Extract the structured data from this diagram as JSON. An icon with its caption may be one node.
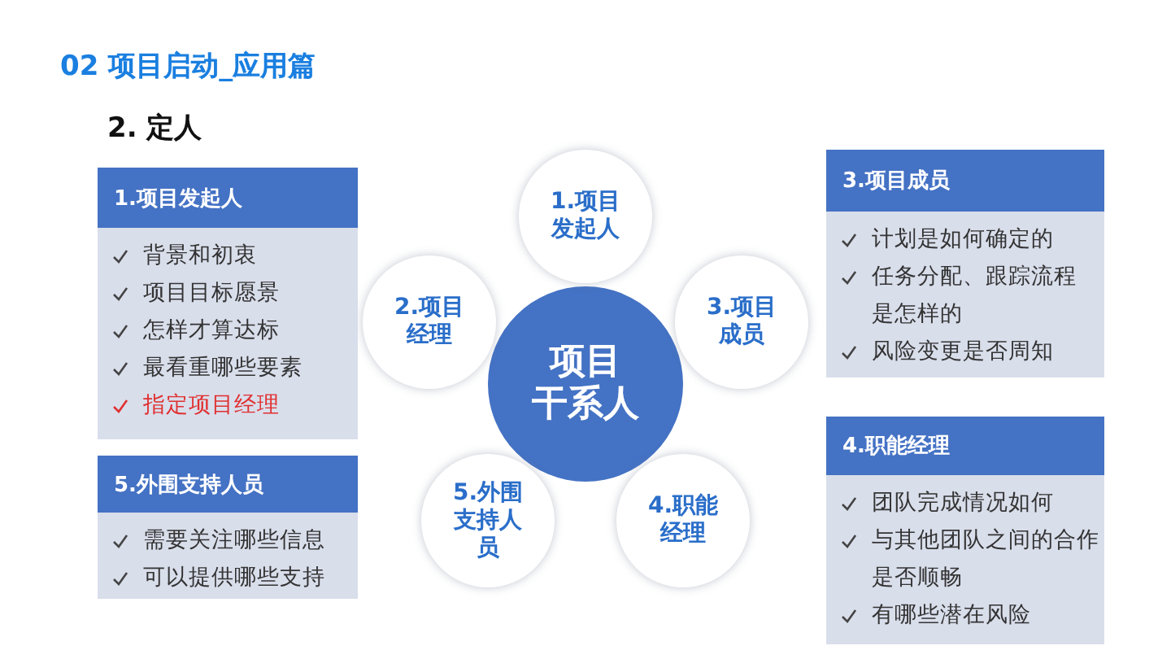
{
  "diagram": {
    "title": "02 项目启动_应用篇",
    "nodes": [
      {
        "text": [
          "1.项目发起人",
          "背景和初衷",
          "项目目标愿景",
          "怎样才算达标",
          "最看重哪些要素",
          "指定项目经理"
        ]
      },
      {
        "text": [
          "5.外围支持人员",
          "需要关注哪些信息",
          "可以提供哪些支持"
        ]
      },
      {
        "text": [
          "项目干系人"
        ]
      },
      {
        "text": [
          "1.项目发起人"
        ]
      },
      {
        "text": [
          "2.项目经理"
        ]
      },
      {
        "text": [
          "3.项目成员"
        ]
      },
      {
        "text": [
          "4.职能经理"
        ]
      },
      {
        "text": [
          "5.外围支持人员"
        ]
      },
      {
        "text": [
          "3.项目成员",
          "计划是如何确定的",
          "任务分配、跟踪流程是怎样的",
          "风险变更是否周知"
        ]
      },
      {
        "text": [
          "4.职能经理",
          "团队完成情况如何",
          "与其他团队之间的合作是否顺畅",
          "有哪些潜在风险"
        ]
      }
    ],
    "edges": [],
    "labels": [
      "2. 定人"
    ]
  }
}
